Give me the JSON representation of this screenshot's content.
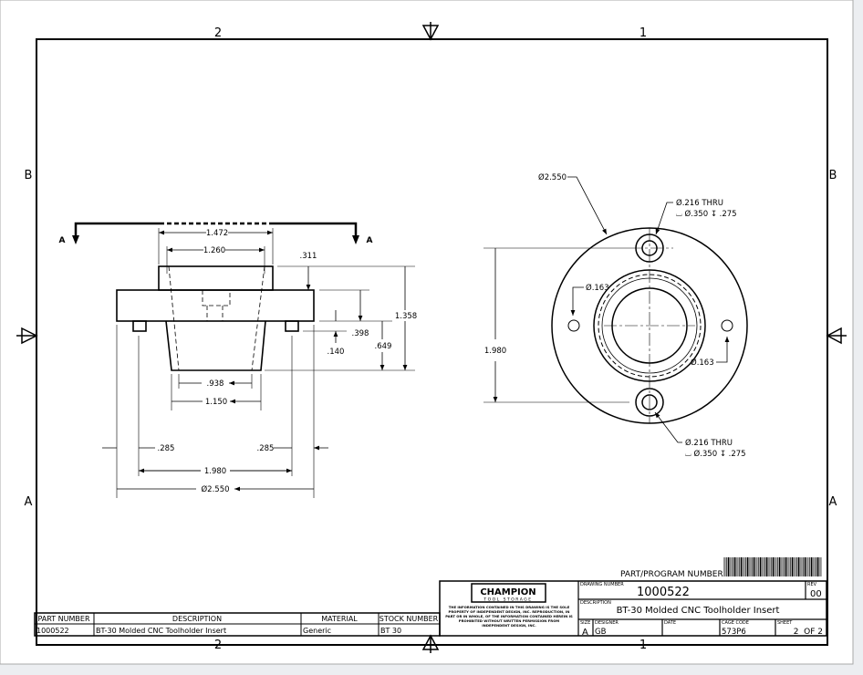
{
  "zones": {
    "top": [
      "2",
      "1"
    ],
    "bottom": [
      "2",
      "1"
    ],
    "left": [
      "B",
      "A"
    ],
    "right": [
      "B",
      "A"
    ]
  },
  "section_view": {
    "section_label": "A",
    "dims": {
      "d1472": "1.472",
      "d1260": "1.260",
      "d311": ".311",
      "d1358": "1.358",
      "d398": ".398",
      "d649": ".649",
      "d140": ".140",
      "d938": ".938",
      "d1150": "1.150",
      "d285_left": ".285",
      "d285_right": ".285",
      "d1980": "1.980",
      "d2550": "Ø2.550"
    }
  },
  "top_view": {
    "outer_dia": "Ø2.550",
    "bolt_spacing": "1.980",
    "hole_top": {
      "line1": "Ø.216 THRU",
      "line2": "⌴ Ø.350 ↧ .275"
    },
    "hole_bottom": {
      "line1": "Ø.216 THRU",
      "line2": "⌴ Ø.350 ↧ .275"
    },
    "pin_left": "Ø.163",
    "pin_right": "Ø.163"
  },
  "part_program_label": "PART/PROGRAM NUMBER:",
  "parts_list": {
    "headers": [
      "PART NUMBER",
      "DESCRIPTION",
      "MATERIAL",
      "STOCK NUMBER"
    ],
    "row": [
      "1000522",
      "BT-30 Molded CNC Toolholder Insert",
      "Generic",
      "BT 30"
    ]
  },
  "title_block": {
    "logo_main": "CHAMPION",
    "logo_sub": "TOOL STORAGE",
    "notice": [
      "THE INFORMATION CONTAINED IN THIS DRAWING IS THE SOLE",
      "PROPERTY OF INDEPENDENT DESIGN, INC. REPRODUCTION, IN",
      "PART OR IN WHOLE, OF THE INFORMATION CONTAINED HEREIN IS",
      "PROHIBITED WITHOUT WRITTEN PERMISSION FROM",
      "INDEPENDENT DESIGN, INC."
    ],
    "drawing_number_label": "DRAWING NUMBER",
    "drawing_number": "1000522",
    "rev_label": "REV",
    "rev": "00",
    "description_label": "DESCRIPTION",
    "description": "BT-30 Molded CNC Toolholder Insert",
    "size_label": "SIZE",
    "size": "A",
    "designer_label": "DESIGNER",
    "designer": "GB",
    "date_label": "DATE",
    "cage_code_label": "CAGE CODE",
    "cage_code": "573P6",
    "sheet_label": "SHEET",
    "sheet": "2  OF 2"
  }
}
